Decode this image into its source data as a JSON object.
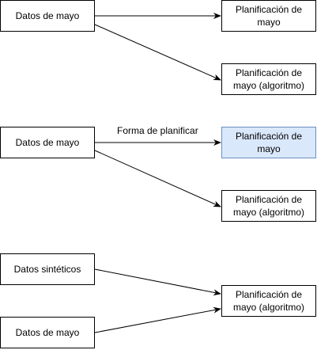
{
  "colors": {
    "stroke": "#000000",
    "box_fill": "#ffffff",
    "highlight_fill": "#dae8fc",
    "highlight_stroke": "#6c8ebf"
  },
  "group1": {
    "source": "Datos de mayo",
    "target_a": "Planificación de mayo",
    "target_b": "Planificación de mayo (algoritmo)"
  },
  "group2": {
    "source": "Datos de mayo",
    "edge_label": "Forma de planificar",
    "target_a": "Planificación de mayo",
    "target_b": "Planificación de mayo (algoritmo)"
  },
  "group3": {
    "source_a": "Datos sintéticos",
    "source_b": "Datos de mayo",
    "target": "Planificación de mayo (algoritmo)"
  }
}
